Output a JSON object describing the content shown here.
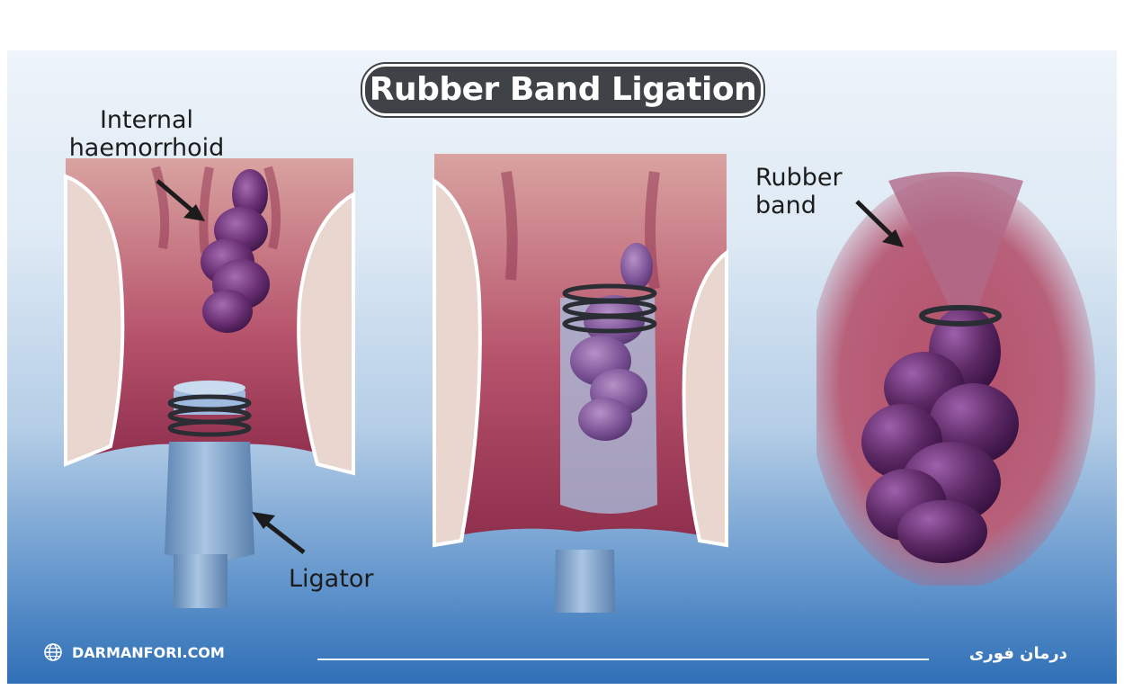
{
  "title": "Rubber Band Ligation",
  "labels": {
    "internal_line1": "Internal",
    "internal_line2": "haemorrhoid",
    "ligator": "Ligator",
    "rubber_line1": "Rubber",
    "rubber_line2": "band"
  },
  "footer": {
    "site": "DARMANFORI.COM",
    "brand_fa": "درمان فوری"
  },
  "icons": [
    "globe-icon"
  ],
  "colors": {
    "title_pill": "#3f4347",
    "tissue": "#b5506a",
    "haemorrhoid": "#5e2a66",
    "ligator": "#7fa3c9",
    "background_top": "#eef4fa",
    "background_bottom": "#2f6fb6"
  }
}
